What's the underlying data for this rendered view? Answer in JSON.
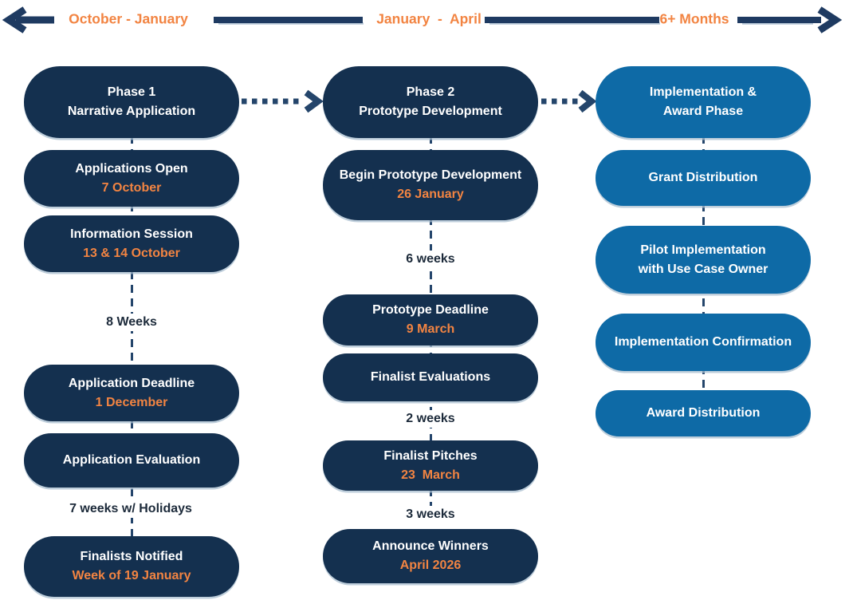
{
  "palette": {
    "navy": "#14304F",
    "light_blue": "#0E6AA6",
    "orange": "#F28442",
    "connector_navy": "#24456B",
    "axis_navy": "#1E3A61",
    "axis_highlight": "#B7C7D7"
  },
  "timeline": {
    "segments": [
      {
        "label": "October - January"
      },
      {
        "label": "January  -  April"
      },
      {
        "label": "6+ Months"
      }
    ]
  },
  "columns": [
    {
      "name": "phase-1-narrative-application",
      "boxes": [
        {
          "line1": "Phase 1",
          "line2": "Narrative Application"
        },
        {
          "line1": "Applications Open",
          "date": "7 October"
        },
        {
          "line1": "Information Session",
          "date": "13 & 14 October"
        },
        {
          "line1": "Application Deadline",
          "date": "1 December"
        },
        {
          "line1": "Application Evaluation"
        },
        {
          "line1": "Finalists Notified",
          "date": "Week of 19 January"
        }
      ],
      "gap_labels": [
        {
          "text": "8 Weeks"
        },
        {
          "text": "7 weeks w/ Holidays"
        }
      ]
    },
    {
      "name": "phase-2-prototype-development",
      "boxes": [
        {
          "line1": "Phase 2",
          "line2": "Prototype Development"
        },
        {
          "line1": "Begin Prototype Development",
          "date": "26 January"
        },
        {
          "line1": "Prototype Deadline",
          "date": "9 March"
        },
        {
          "line1": "Finalist Evaluations"
        },
        {
          "line1": "Finalist Pitches",
          "date": "23  March"
        },
        {
          "line1": "Announce Winners",
          "date": "April 2026"
        }
      ],
      "gap_labels": [
        {
          "text": "6 weeks"
        },
        {
          "text": "2 weeks"
        },
        {
          "text": "3 weeks"
        }
      ]
    },
    {
      "name": "implementation-award-phase",
      "boxes": [
        {
          "line1": "Implementation &",
          "line2": "Award Phase"
        },
        {
          "line1": "Grant Distribution"
        },
        {
          "line1": "Pilot Implementation",
          "line2": "with Use Case Owner"
        },
        {
          "line1": "Implementation Confirmation"
        },
        {
          "line1": "Award Distribution"
        }
      ]
    }
  ]
}
